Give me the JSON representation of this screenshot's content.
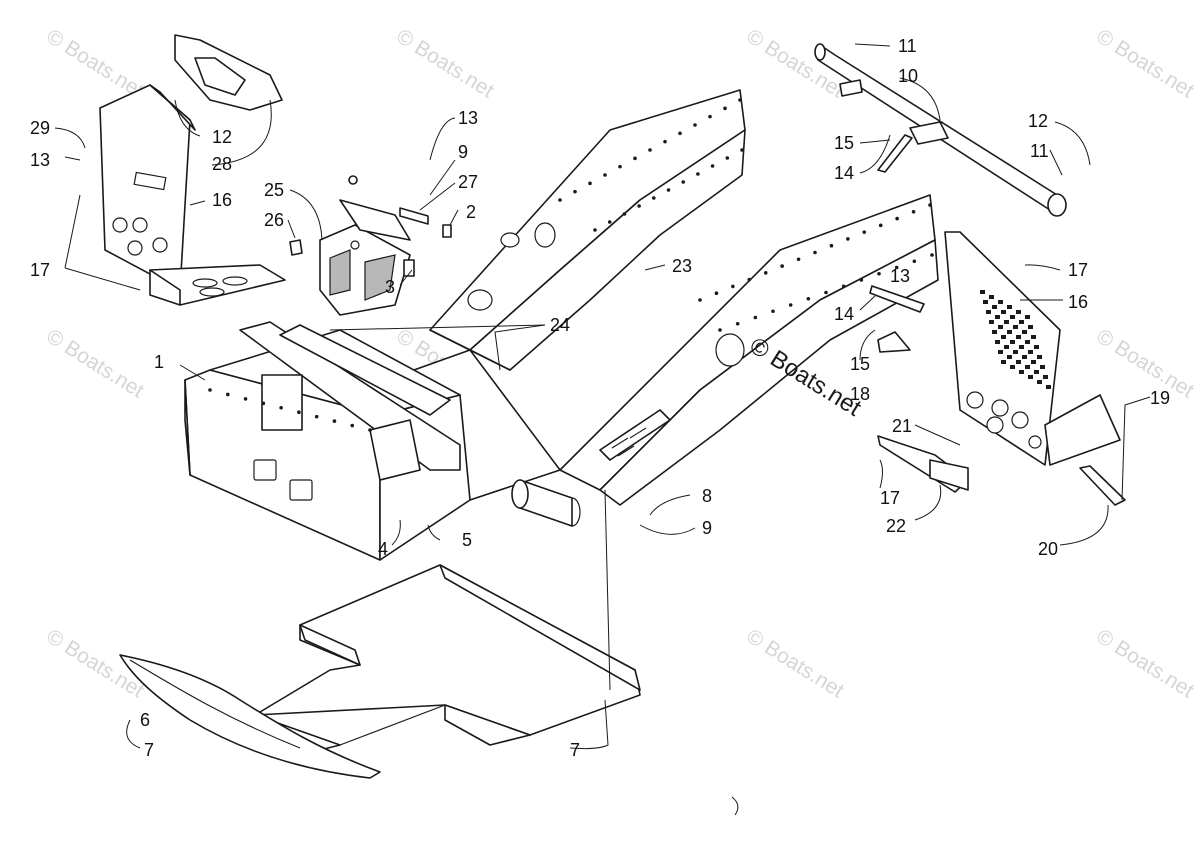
{
  "watermark": "© Boats.net",
  "center_watermark": "© Boats.net",
  "callouts": [
    "1",
    "2",
    "3",
    "4",
    "5",
    "6",
    "7",
    "7",
    "8",
    "9",
    "9",
    "10",
    "11",
    "11",
    "12",
    "12",
    "13",
    "13",
    "13",
    "14",
    "14",
    "15",
    "15",
    "16",
    "16",
    "17",
    "17",
    "17",
    "18",
    "19",
    "20",
    "21",
    "22",
    "23",
    "24",
    "25",
    "26",
    "27",
    "28",
    "29"
  ]
}
